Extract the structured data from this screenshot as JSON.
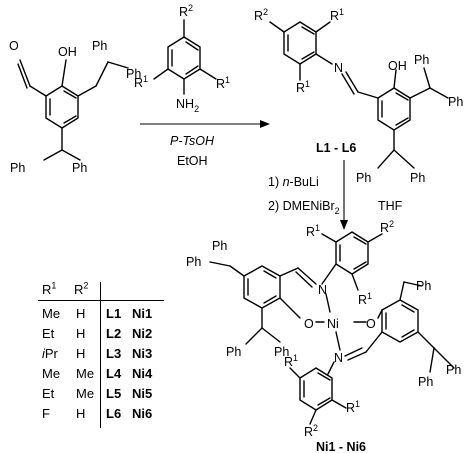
{
  "reagents": {
    "step1_reagent": "P-TsOH",
    "step1_solvent": "EtOH",
    "step2_line1": "1) n-BuLi",
    "step2_line2": "2) DMENiBr",
    "step2_line2_sub": "2",
    "step2_solvent": "THF"
  },
  "labels": {
    "ligand_range": "L1 - L6",
    "complex_range": "Ni1 - Ni6",
    "oh": "OH",
    "ph": "Ph",
    "r1": "R",
    "r2": "R",
    "sup1": "1",
    "sup2": "2",
    "nh2": "NH",
    "nh2_sub": "2",
    "n": "N",
    "o": "O",
    "ni": "Ni"
  },
  "table": {
    "headers": [
      "R1",
      "R2"
    ],
    "rows": [
      {
        "r1": "Me",
        "r2": "H",
        "ligand": "L1",
        "complex": "Ni1"
      },
      {
        "r1": "Et",
        "r2": "H",
        "ligand": "L2",
        "complex": "Ni2"
      },
      {
        "r1": "iPr",
        "r2": "H",
        "ligand": "L3",
        "complex": "Ni3"
      },
      {
        "r1": "Me",
        "r2": "Me",
        "ligand": "L4",
        "complex": "Ni4"
      },
      {
        "r1": "Et",
        "r2": "Me",
        "ligand": "L5",
        "complex": "Ni5"
      },
      {
        "r1": "F",
        "r2": "H",
        "ligand": "L6",
        "complex": "Ni6"
      }
    ]
  }
}
